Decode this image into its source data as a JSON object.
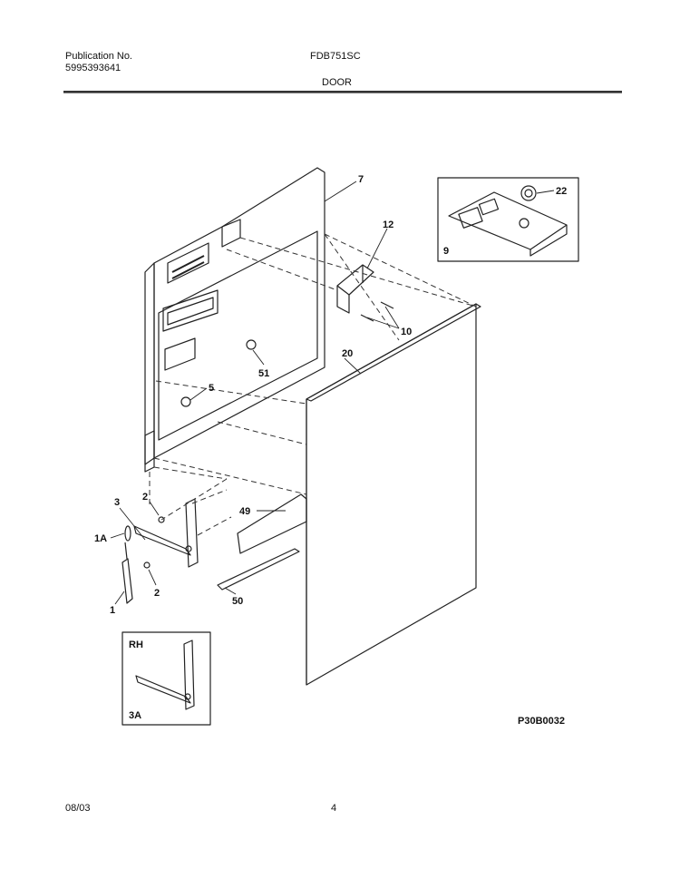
{
  "header": {
    "publication_label": "Publication No.",
    "publication_number": "5995393641",
    "model": "FDB751SC",
    "section": "DOOR"
  },
  "diagram": {
    "part_labels": [
      "7",
      "22",
      "12",
      "9",
      "10",
      "20",
      "51",
      "5",
      "49",
      "2",
      "3",
      "1A",
      "2",
      "1",
      "50"
    ],
    "inset_labels": [
      "RH",
      "3A"
    ],
    "figure_code": "P30B0032"
  },
  "footer": {
    "date": "08/03",
    "page": "4"
  }
}
